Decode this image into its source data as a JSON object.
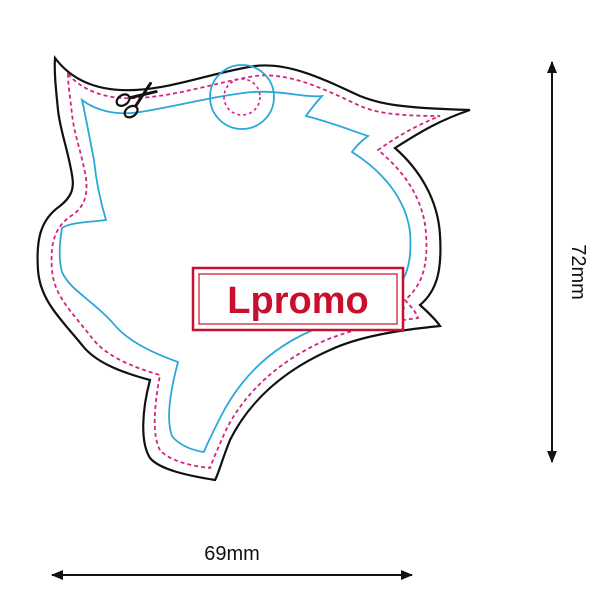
{
  "logo": {
    "text": "Lpromo",
    "color": "#c8102e"
  },
  "dimensions": {
    "width_label": "69mm",
    "height_label": "72mm"
  },
  "colors": {
    "cut_line": "#111111",
    "bleed_line": "#d4237f",
    "safe_line": "#2aa8d8"
  },
  "icons": {
    "cut_marker": "scissors-icon",
    "hang_hole": "hang-hole-icon"
  }
}
